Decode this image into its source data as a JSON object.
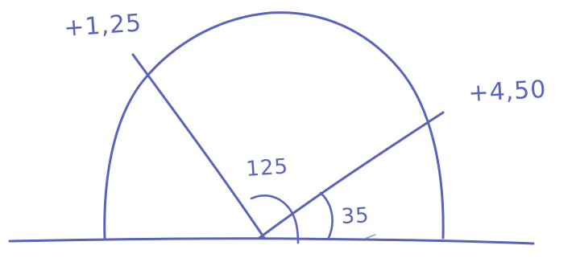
{
  "ink_color": "#5a64b8",
  "labels": {
    "power_left": "+1,25",
    "power_right": "+4,50",
    "angle_left": "125",
    "angle_right": "35"
  },
  "axes": {
    "left_axis_deg": 125,
    "right_axis_deg": 35
  }
}
